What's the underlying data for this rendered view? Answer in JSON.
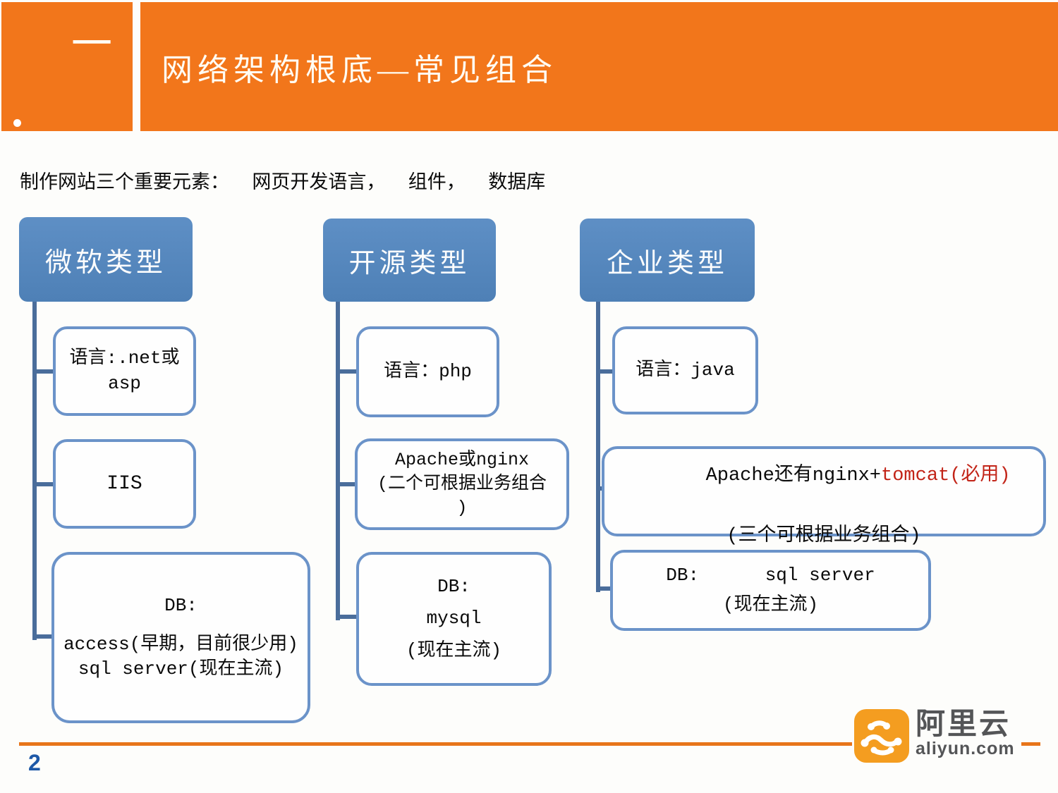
{
  "header": {
    "number": "一",
    "title": "网络架构根底—常见组合"
  },
  "subtitle": "制作网站三个重要元素：  网页开发语言，  组件，  数据库",
  "diagram": {
    "columns": [
      {
        "title": "微软类型",
        "children": [
          {
            "lines": [
              "语言:.net或",
              "asp"
            ]
          },
          {
            "lines": [
              "IIS"
            ]
          },
          {
            "lines": [
              "DB:",
              "access(早期，目前很少用)",
              "sql server(现在主流)"
            ]
          }
        ]
      },
      {
        "title": "开源类型",
        "children": [
          {
            "lines": [
              "语言：php"
            ]
          },
          {
            "lines": [
              "Apache或nginx",
              "(二个可根据业务组合",
              ")"
            ]
          },
          {
            "lines": [
              "DB:",
              "mysql",
              "(现在主流)"
            ]
          }
        ]
      },
      {
        "title": "企业类型",
        "children": [
          {
            "lines": [
              "语言：java"
            ]
          },
          {
            "line1_black": "Apache还有nginx+",
            "line1_red": "tomcat(必用)",
            "line2": "(三个可根据业务组合)"
          },
          {
            "lines": [
              "DB:      sql server",
              "(现在主流)"
            ]
          }
        ]
      }
    ]
  },
  "footer": {
    "page_number": "2",
    "logo": {
      "icon": "aliyun-cloud-icon",
      "brand": "阿里云",
      "domain": "aliyun.com"
    }
  },
  "colors": {
    "header_orange": "#F2761B",
    "box_blue": "#4E80B6",
    "box_border_blue": "#6B93C9",
    "connector_blue": "#4A6D9B",
    "highlight_red": "#C22418",
    "page_number_blue": "#1D58A7",
    "footer_line_orange": "#E8751A",
    "logo_orange": "#F49D20",
    "logo_gray": "#545557"
  }
}
